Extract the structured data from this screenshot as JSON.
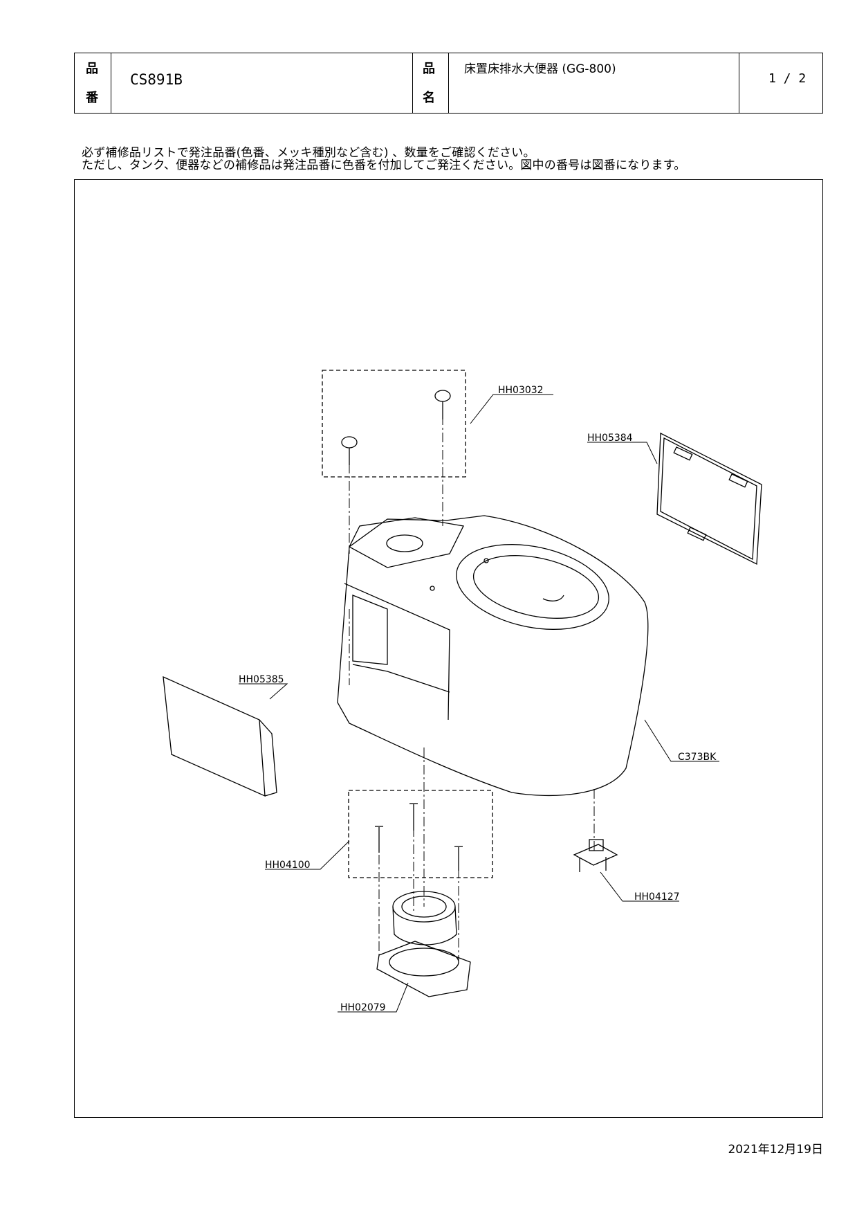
{
  "header": {
    "part_no_label_1": "品",
    "part_no_label_2": "番",
    "part_no": "CS891B",
    "name_label_1": "品",
    "name_label_2": "名",
    "product_name": "床置床排水大便器 (GG-800)",
    "page": "1 / 2"
  },
  "notes": {
    "line1": "必ず補修品リストで発注品番(色番、メッキ種別など含む) 、数量をご確認ください。",
    "line2": "ただし、タンク、便器などの補修品は発注品番に色番を付加してご発注ください。図中の番号は図番になります。"
  },
  "parts": {
    "screw_cap": "HH03032",
    "rear_cover": "HH05384",
    "side_cover": "HH05385",
    "bowl": "C373BK",
    "screws": "HH04100",
    "bracket": "HH04127",
    "flange": "HH02079"
  },
  "date": "2021年12月19日"
}
